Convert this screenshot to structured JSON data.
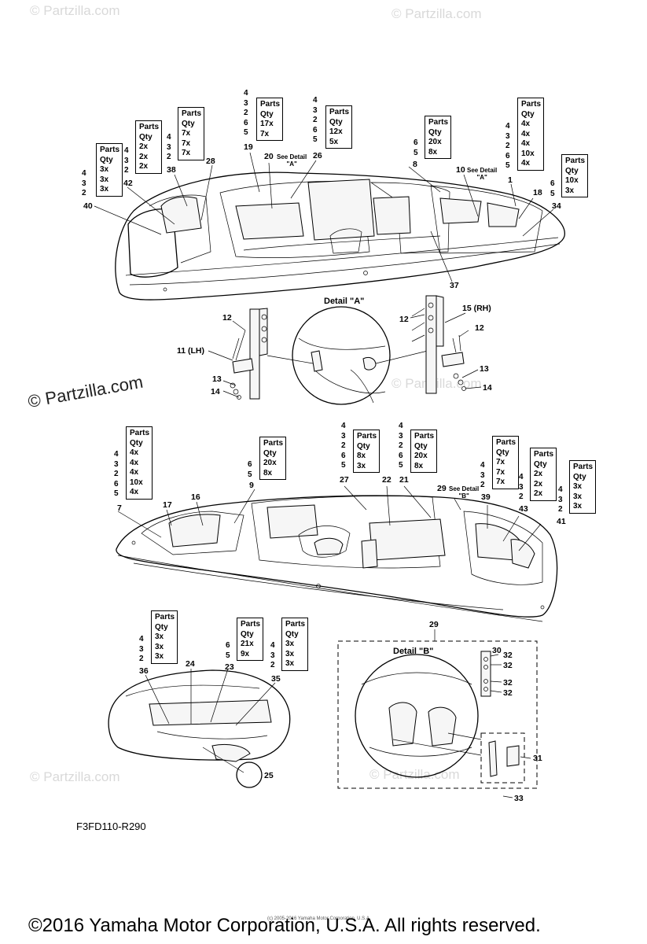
{
  "watermarks": [
    "© Partzilla.com",
    "© Partzilla.com",
    "© Partzilla.com",
    "© Partzilla.com",
    "© Partzilla.com"
  ],
  "partzilla_mark": "© Partzilla.com",
  "qty_header": [
    "Parts",
    "Qty"
  ],
  "callouts": {
    "n40": "40",
    "n42": "42",
    "n38": "38",
    "n28": "28",
    "n19": "19",
    "n20": "20",
    "n26": "26",
    "n8": "8",
    "n10": "10",
    "n1": "1",
    "n18": "18",
    "n34": "34",
    "n37": "37",
    "n12a": "12",
    "n12b": "12",
    "n11": "11 (LH)",
    "n13a": "13",
    "n14a": "14",
    "n15": "15 (RH)",
    "n13b": "13",
    "n14b": "14",
    "n7": "7",
    "n17": "17",
    "n16": "16",
    "n9": "9",
    "n27": "27",
    "n22": "22",
    "n21": "21",
    "n29a": "29",
    "n39": "39",
    "n43": "43",
    "n41": "41",
    "n36": "36",
    "n24": "24",
    "n23": "23",
    "n35": "35",
    "n25": "25",
    "n29b": "29",
    "n30": "30",
    "n32a": "32",
    "n32b": "32",
    "n32c": "32",
    "n32d": "32",
    "n31": "31",
    "n33": "33"
  },
  "see_detail": {
    "a1": "See Detail\n\"A\"",
    "a2": "See Detail\n\"A\"",
    "b1": "See Detail\n\"B\""
  },
  "detail_titles": {
    "a": "Detail \"A\"",
    "b": "Detail \"B\""
  },
  "tables": {
    "t40": {
      "nums": [
        "4",
        "3",
        "2"
      ],
      "qty": [
        "3x",
        "3x",
        "3x"
      ]
    },
    "t42": {
      "nums": [
        "4",
        "3",
        "2"
      ],
      "qty": [
        "2x",
        "2x",
        "2x"
      ]
    },
    "t38": {
      "nums": [
        "4",
        "3",
        "2"
      ],
      "qty": [
        "7x",
        "7x",
        "7x"
      ]
    },
    "t19": {
      "nums": [
        "4",
        "3",
        "2",
        "6",
        "5"
      ],
      "qty": [
        "17x",
        "7x"
      ]
    },
    "t26": {
      "nums": [
        "4",
        "3",
        "2",
        "6",
        "5"
      ],
      "qty": [
        "12x",
        "5x"
      ]
    },
    "t8": {
      "nums": [
        "6",
        "5"
      ],
      "qty": [
        "20x",
        "8x"
      ]
    },
    "t1": {
      "nums": [
        "4",
        "3",
        "2",
        "6",
        "5"
      ],
      "qty": [
        "4x",
        "4x",
        "4x",
        "10x",
        "4x"
      ]
    },
    "t34": {
      "nums": [
        "6",
        "5"
      ],
      "qty": [
        "10x",
        "3x"
      ]
    },
    "t7": {
      "nums": [
        "4",
        "3",
        "2",
        "6",
        "5"
      ],
      "qty": [
        "4x",
        "4x",
        "4x",
        "10x",
        "4x"
      ]
    },
    "t9": {
      "nums": [
        "6",
        "5"
      ],
      "qty": [
        "20x",
        "8x"
      ]
    },
    "t27": {
      "nums": [
        "4",
        "3",
        "2",
        "6",
        "5"
      ],
      "qty": [
        "8x",
        "3x"
      ]
    },
    "t21": {
      "nums": [
        "4",
        "3",
        "2",
        "6",
        "5"
      ],
      "qty": [
        "20x",
        "8x"
      ]
    },
    "t39": {
      "nums": [
        "4",
        "3",
        "2"
      ],
      "qty": [
        "7x",
        "7x",
        "7x"
      ]
    },
    "t43": {
      "nums": [
        "4",
        "3",
        "2"
      ],
      "qty": [
        "2x",
        "2x",
        "2x"
      ]
    },
    "t41": {
      "nums": [
        "4",
        "3",
        "2"
      ],
      "qty": [
        "3x",
        "3x",
        "3x"
      ]
    },
    "t36": {
      "nums": [
        "4",
        "3",
        "2"
      ],
      "qty": [
        "3x",
        "3x",
        "3x"
      ]
    },
    "t23": {
      "nums": [
        "6",
        "5"
      ],
      "qty": [
        "21x",
        "9x"
      ]
    },
    "t35": {
      "nums": [
        "4",
        "3",
        "2"
      ],
      "qty": [
        "3x",
        "3x",
        "3x"
      ]
    }
  },
  "diagram_code": "F3FD110-R290",
  "small_copyright": "(c) 2005-2016 Yamaha Motor Corporation, U.S.A.",
  "copyright": "©2016 Yamaha Motor Corporation, U.S.A. All rights reserved."
}
